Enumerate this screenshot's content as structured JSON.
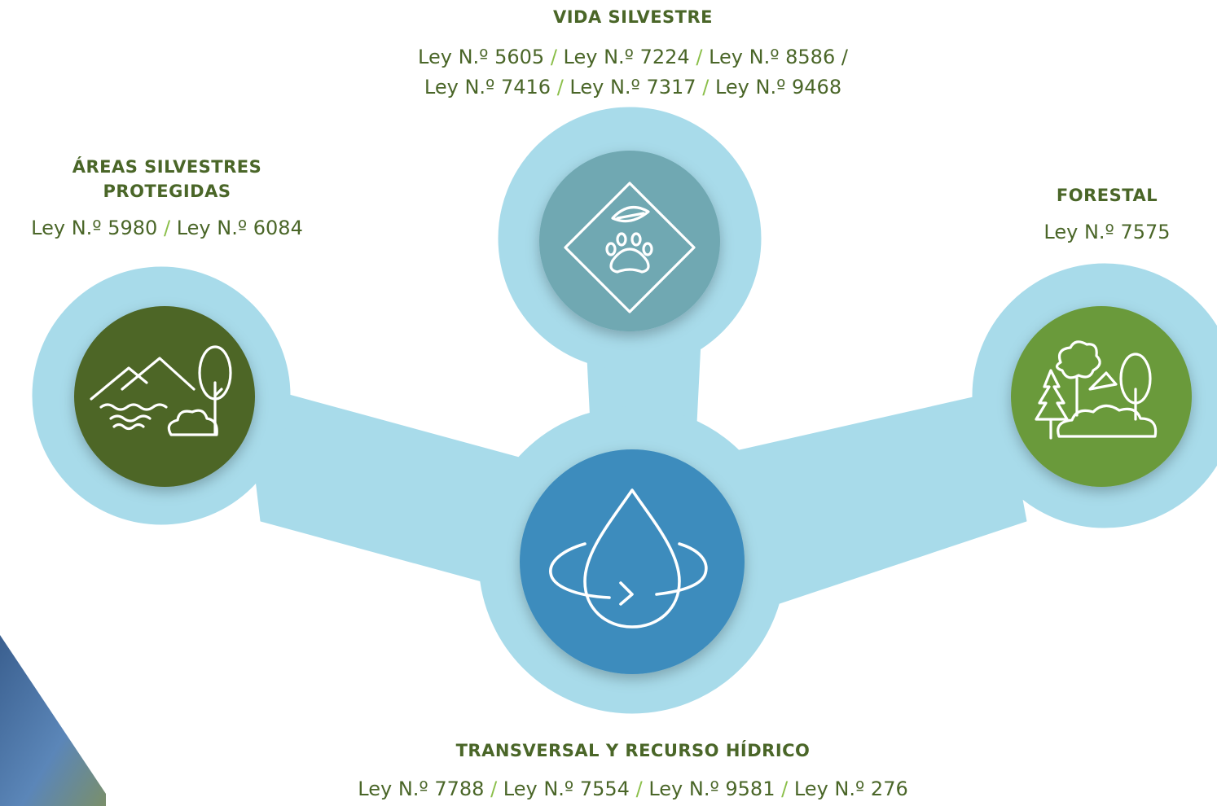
{
  "colors": {
    "connector": "#a8dbea",
    "title_text": "#4a6628",
    "law_text": "#4a6628",
    "separator": "#8bbf4a",
    "areas_circle": "#4d6628",
    "vida_circle": "#6fa8b2",
    "transversal_circle": "#3d8cbd",
    "forestal_circle": "#6a9a3b",
    "icon_stroke": "#ffffff"
  },
  "nodes": {
    "vida": {
      "title": "VIDA SILVESTRE",
      "line1": [
        "Ley N.º 5605",
        "Ley N.º 7224",
        "Ley N.º 8586"
      ],
      "line1_trailing_sep": "/",
      "line2": [
        "Ley N.º 7416",
        "Ley N.º 7317",
        "Ley N.º 9468"
      ],
      "icon": "paw-leaf-diamond-icon"
    },
    "areas": {
      "title_line1": "ÁREAS SILVESTRES",
      "title_line2": "PROTEGIDAS",
      "laws": [
        "Ley N.º 5980",
        "Ley N.º 6084"
      ],
      "icon": "mountains-water-tree-icon"
    },
    "forestal": {
      "title": "FORESTAL",
      "laws": [
        "Ley N.º 7575"
      ],
      "icon": "forest-trees-icon"
    },
    "transversal": {
      "title": "TRANSVERSAL Y RECURSO HÍDRICO",
      "laws": [
        "Ley N.º 7788",
        "Ley N.º 7554",
        "Ley N.º 9581",
        "Ley N.º 276"
      ],
      "icon": "water-drop-cycle-icon"
    }
  },
  "separator": "/"
}
